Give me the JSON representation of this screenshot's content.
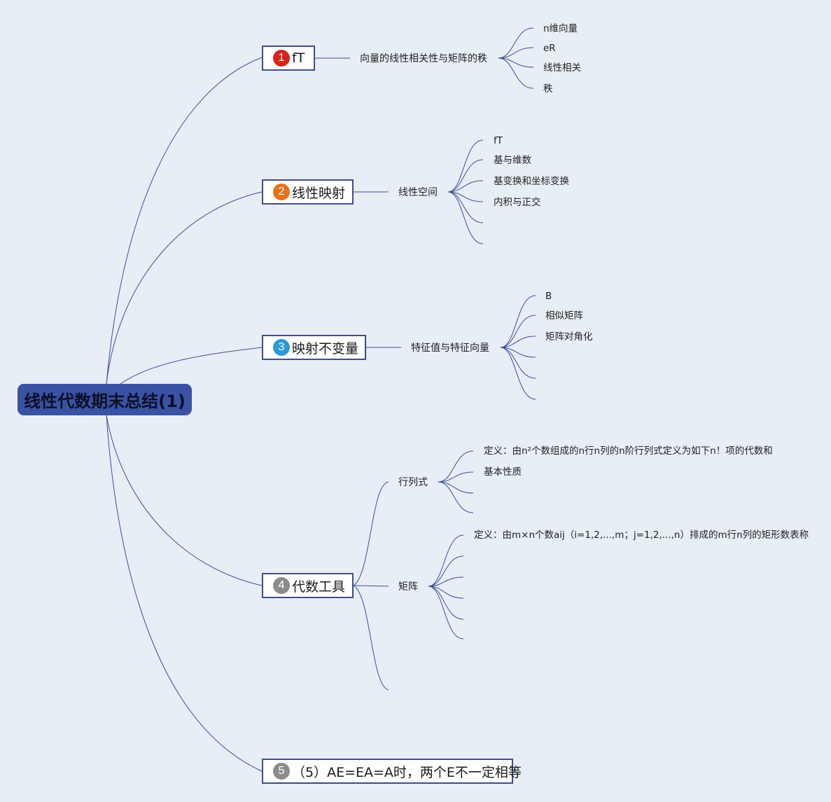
{
  "root": {
    "title": "线性代数期末总结(1)"
  },
  "colors": {
    "background": "#e7eef5",
    "root_fill": "#3a52a3",
    "line": "#3d4f99",
    "badge_red": "#d6231c",
    "badge_orange": "#e8721c",
    "badge_blue": "#2b9ad8",
    "badge_gray": "#8c8c8c"
  },
  "topics": [
    {
      "badge": "1",
      "label": "fT",
      "subtopics": [
        {
          "label": "向量的线性相关性与矩阵的秩",
          "children": [
            "n维向量",
            "eR",
            "线性相关",
            "秩"
          ]
        }
      ]
    },
    {
      "badge": "2",
      "label": "线性映射",
      "subtopics": [
        {
          "label": "线性空间",
          "children": [
            "fT",
            "基与维数",
            "基变换和坐标变换",
            "内积与正交",
            "",
            ""
          ]
        }
      ]
    },
    {
      "badge": "3",
      "label": "映射不变量",
      "subtopics": [
        {
          "label": "特征值与特征向量",
          "children": [
            "B",
            "相似矩阵",
            "矩阵对角化",
            "",
            "",
            ""
          ]
        }
      ]
    },
    {
      "badge": "4",
      "label": "代数工具",
      "subtopics": [
        {
          "label": "行列式",
          "children": [
            "定义：由n²个数组成的n行n列的n阶行列式定义为如下n！项的代数和",
            "基本性质",
            "",
            ""
          ]
        },
        {
          "label": "矩阵",
          "children": [
            "定义：由m×n个数aij（i=1,2,...,m；j=1,2,...,n）排成的m行n列的矩形数表称",
            "",
            "",
            "",
            "",
            ""
          ]
        },
        {
          "label": "",
          "children": []
        }
      ]
    },
    {
      "badge": "5",
      "label": "（5）AE=EA=A时，两个E不一定相等",
      "subtopics": []
    }
  ]
}
